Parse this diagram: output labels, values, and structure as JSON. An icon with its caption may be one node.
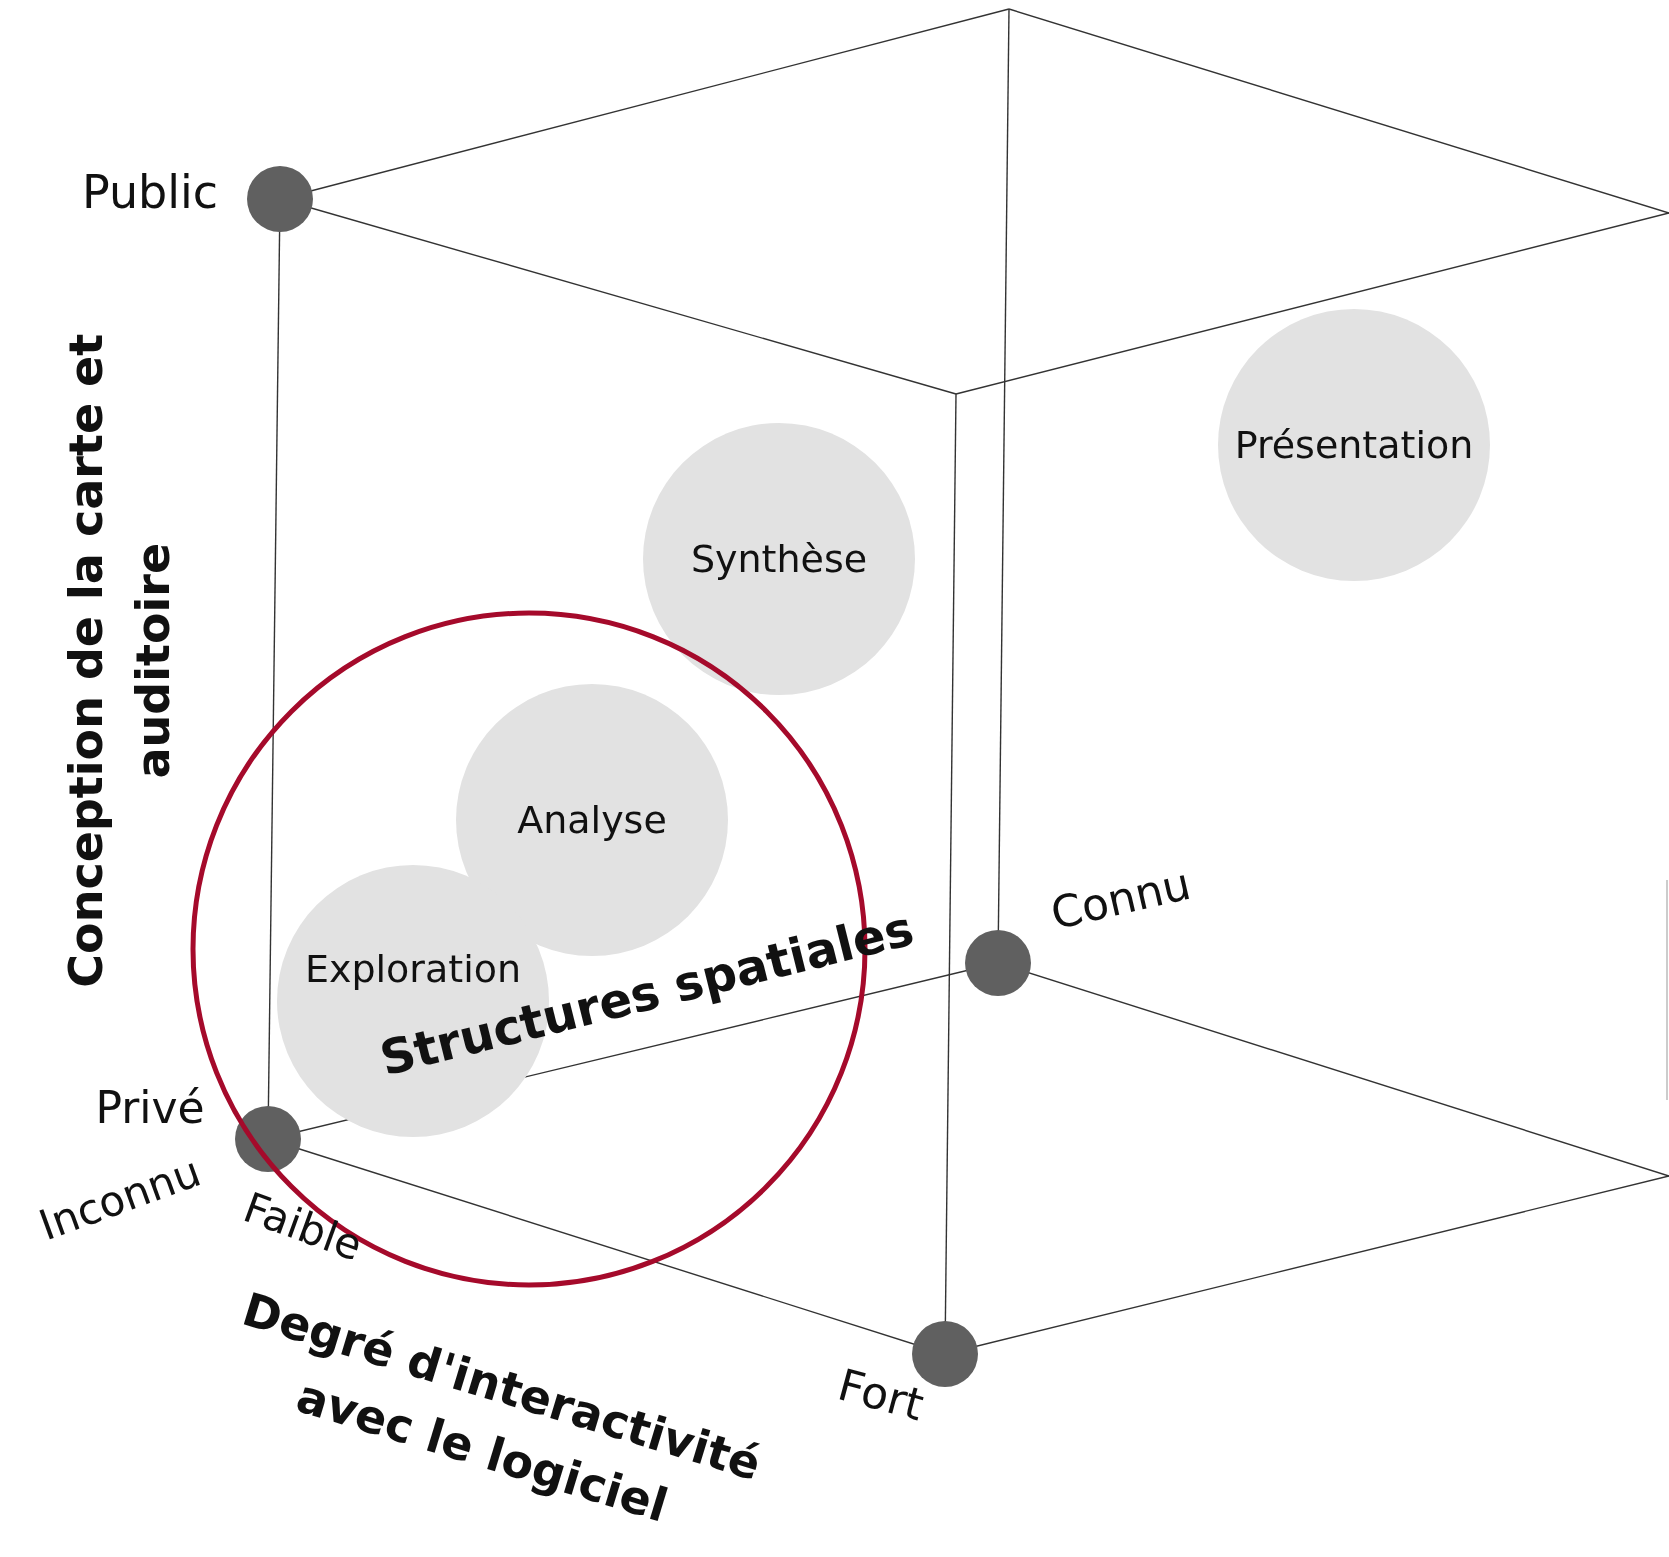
{
  "diagram": {
    "nodes": [
      {
        "text": [
          "Présentation"
        ]
      },
      {
        "text": [
          "Synthèse"
        ]
      },
      {
        "text": [
          "Analyse"
        ]
      },
      {
        "text": [
          "Exploration"
        ]
      }
    ],
    "labels": [
      "Public",
      "Conception de la carte et auditoire",
      "Connu",
      "Structures spatiales",
      "Privé",
      "Inconnu",
      "Faible",
      "Fort",
      "Degré d'interactivité avec le logiciel"
    ]
  }
}
